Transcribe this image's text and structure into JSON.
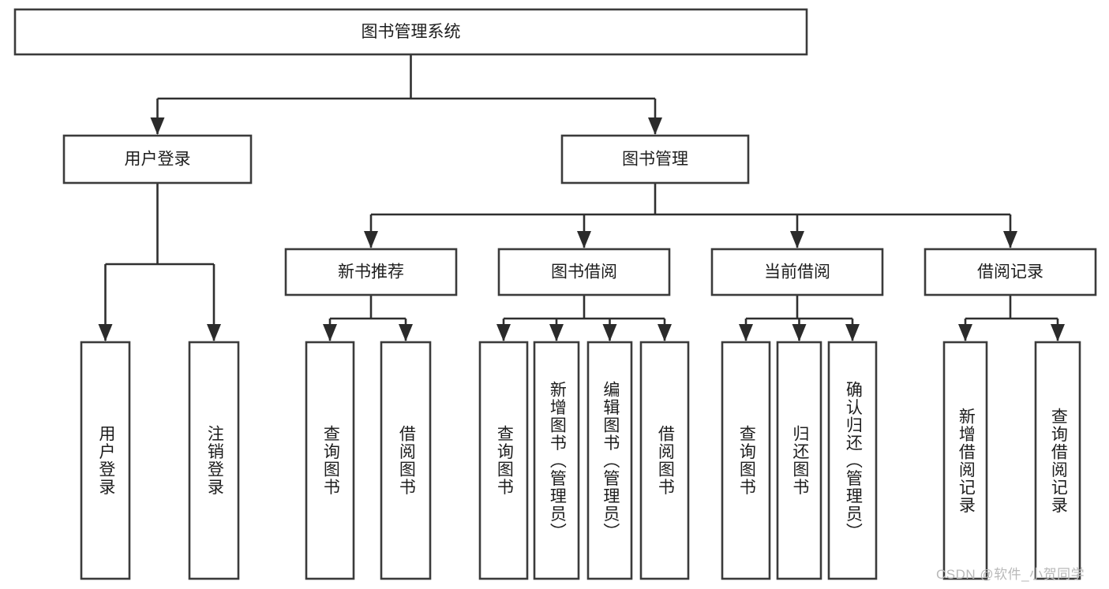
{
  "diagram": {
    "type": "tree",
    "title": "图书管理系统",
    "orientation": "top-down",
    "style": {
      "background": "#ffffff",
      "box_fill": "#ffffff",
      "box_stroke": "#3b3b3b",
      "connector_color": "#2f2f2f",
      "text_color": "#1d1d1d"
    },
    "root": {
      "label": "图书管理系统",
      "level": 0
    },
    "level1": [
      {
        "label": "用户登录"
      },
      {
        "label": "图书管理"
      }
    ],
    "level2": [
      {
        "label": "新书推荐",
        "parent": "图书管理"
      },
      {
        "label": "图书借阅",
        "parent": "图书管理"
      },
      {
        "label": "当前借阅",
        "parent": "图书管理"
      },
      {
        "label": "借阅记录",
        "parent": "图书管理"
      }
    ],
    "leaves": {
      "用户登录": [
        {
          "label": "用户登录"
        },
        {
          "label": "注销登录"
        }
      ],
      "新书推荐": [
        {
          "label": "查询图书"
        },
        {
          "label": "借阅图书"
        }
      ],
      "图书借阅": [
        {
          "label": "查询图书"
        },
        {
          "label": "新增图书（管理员）"
        },
        {
          "label": "编辑图书（管理员）"
        },
        {
          "label": "借阅图书"
        }
      ],
      "当前借阅": [
        {
          "label": "查询图书"
        },
        {
          "label": "归还图书"
        },
        {
          "label": "确认归还（管理员）"
        }
      ],
      "借阅记录": [
        {
          "label": "新增借阅记录"
        },
        {
          "label": "查询借阅记录"
        }
      ]
    }
  },
  "watermark": {
    "text": "CSDN @软件_小贺同学"
  }
}
